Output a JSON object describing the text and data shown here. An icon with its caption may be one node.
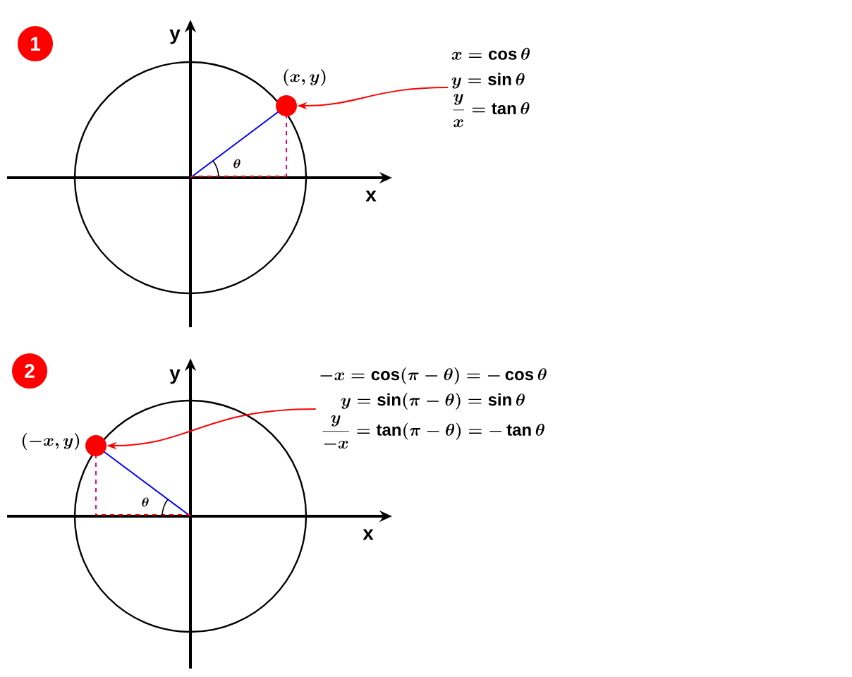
{
  "diagram": {
    "nodes": [
      {
        "text": [
          "1"
        ]
      },
      {
        "text": [],
        "shape": "circle",
        "beside": [
          "(x, y)"
        ]
      },
      {
        "text": [
          "x = \\cos\\theta",
          "y = \\sin\\theta",
          "\\frac{y}{x} = \\tan\\theta"
        ]
      },
      {
        "text": [
          "2"
        ]
      },
      {
        "text": [],
        "shape": "circle",
        "beside": [
          "(-x, y)"
        ]
      },
      {
        "text": [
          "-x = \\cos(\\pi-\\theta) = -\\cos\\theta",
          "y = \\sin(\\pi-\\theta) = \\sin\\theta",
          "\\frac{y}{-x} = \\tan(\\pi-\\theta) = -\\tan\\theta"
        ]
      }
    ],
    "edges": [
      {
        "from": 2,
        "to": 1,
        "arrow": "to"
      },
      {
        "from": 5,
        "to": 4,
        "arrow": "to"
      }
    ],
    "labels": [
      "y",
      "x",
      "\\theta",
      "y",
      "x",
      "\\theta"
    ]
  }
}
